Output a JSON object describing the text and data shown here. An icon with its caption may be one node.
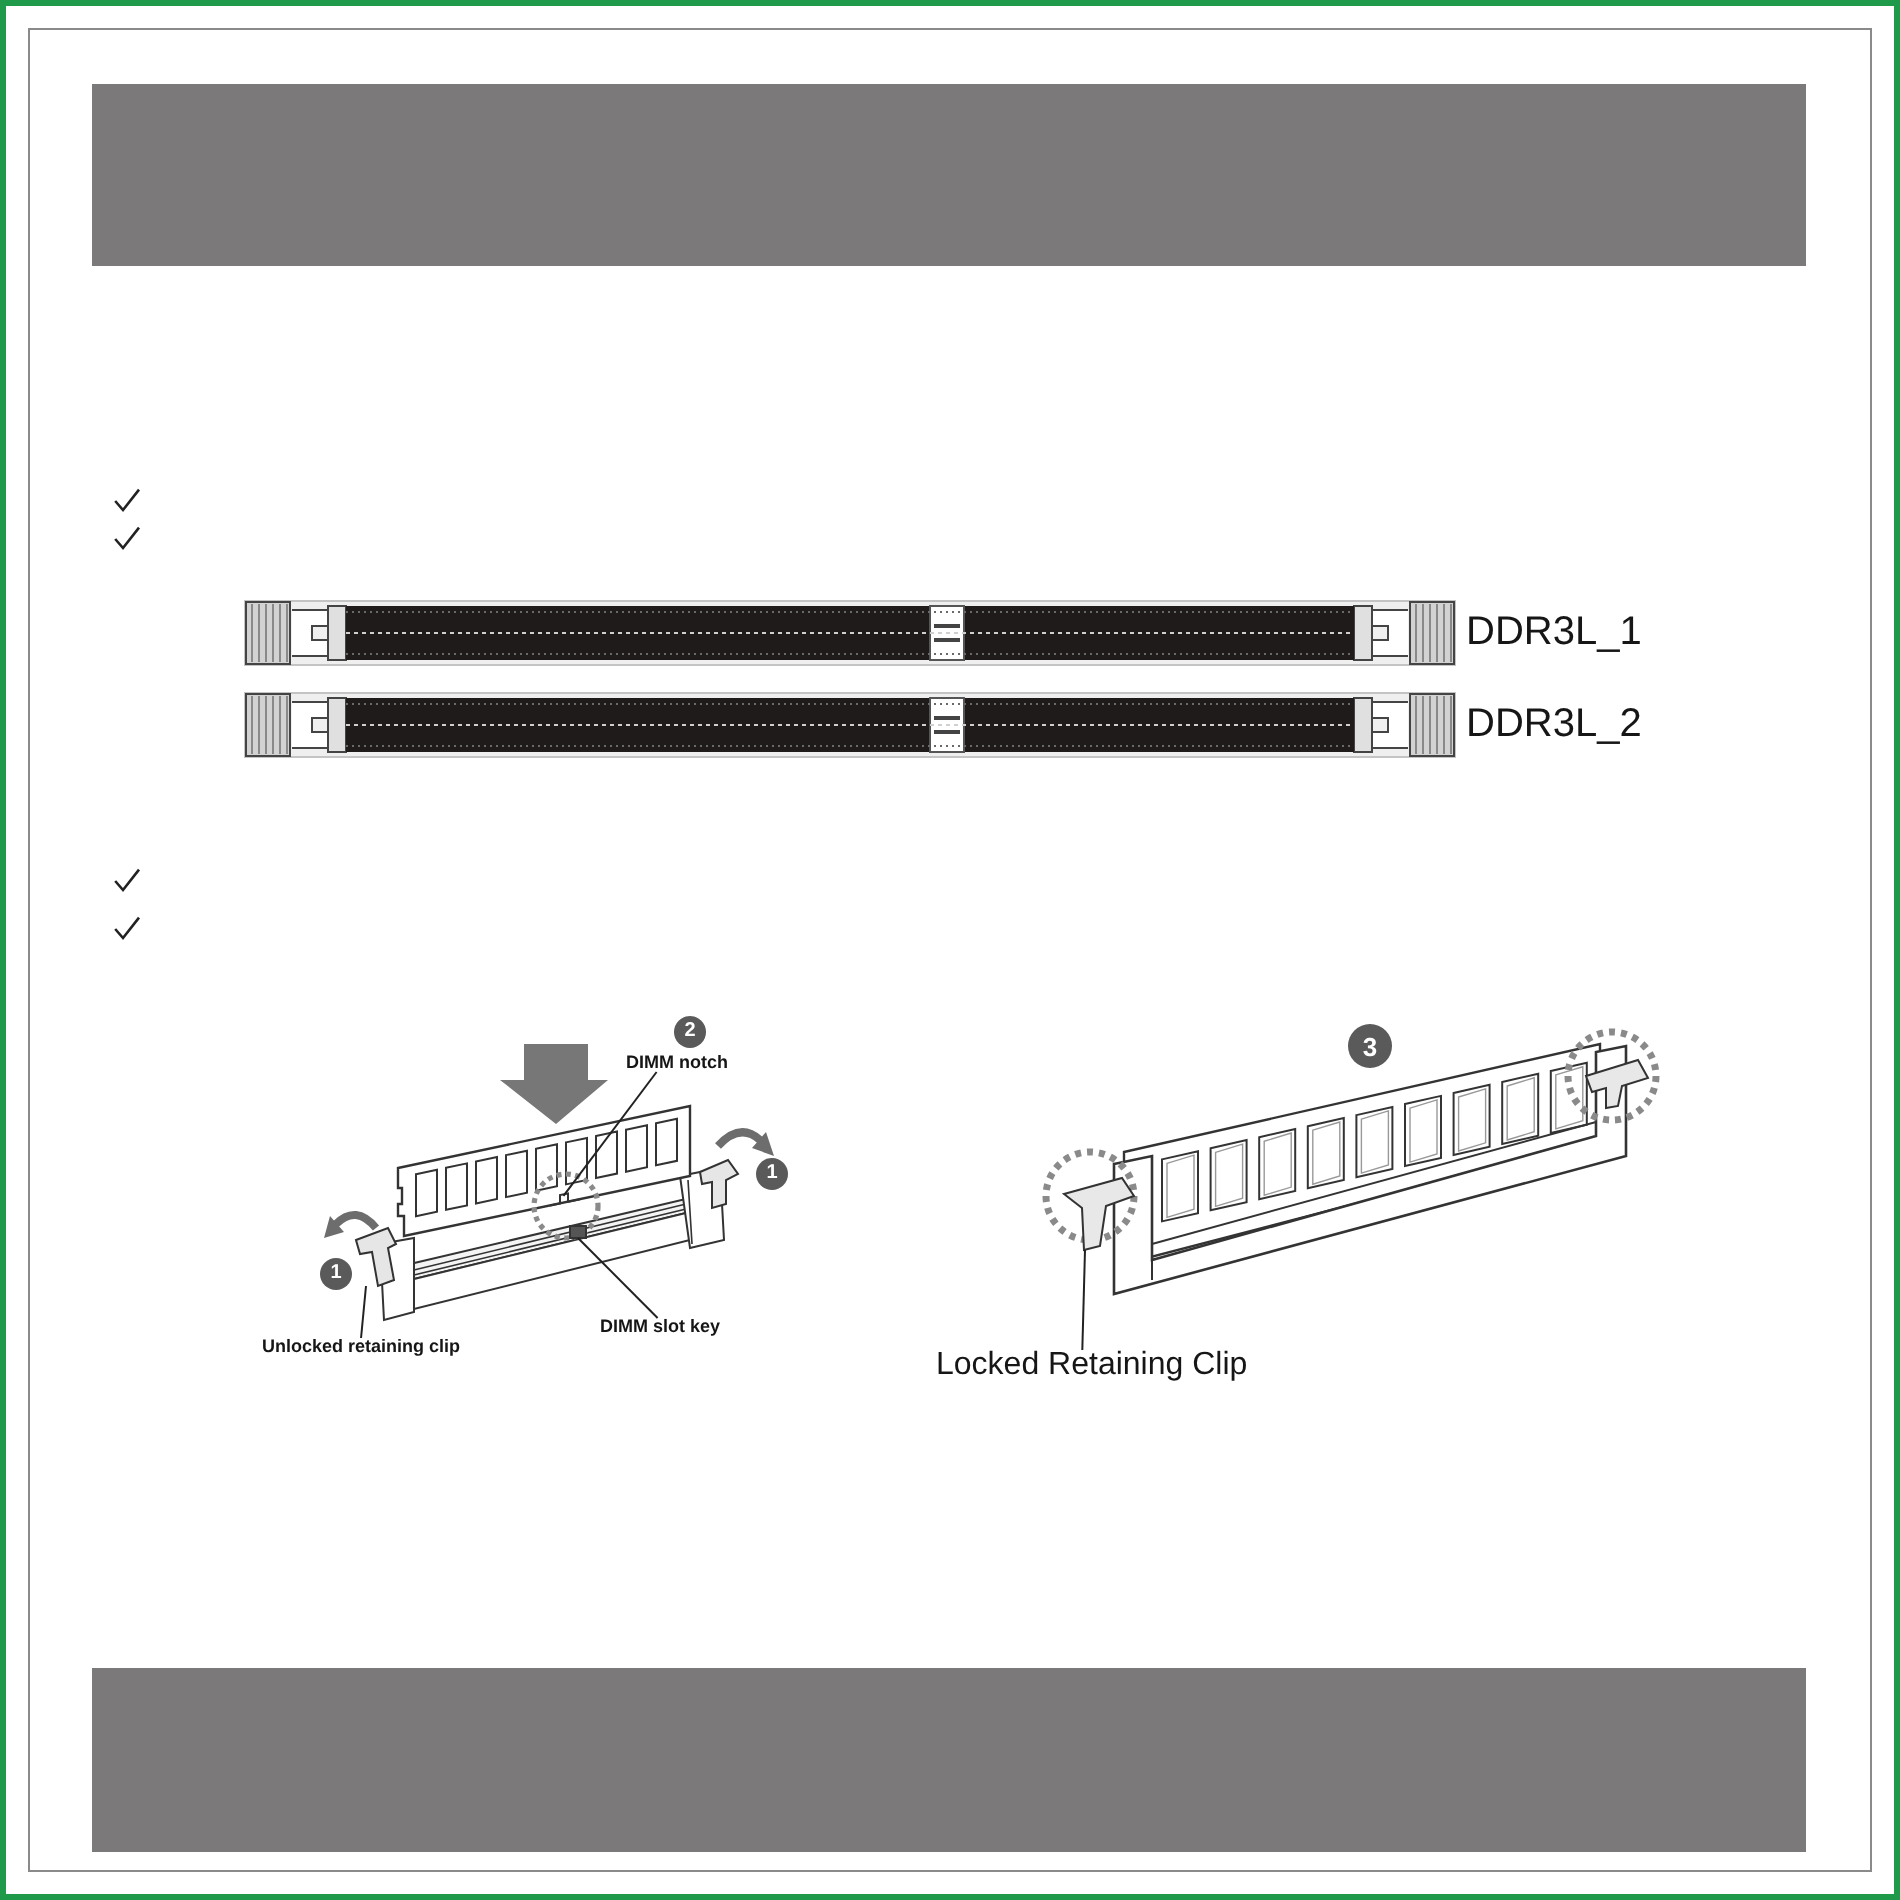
{
  "diagram": {
    "nodes": [
      {
        "text": [
          "2"
        ]
      },
      {
        "text": [
          "DIMM notch"
        ]
      },
      {
        "text": [],
        "shape": "picture"
      },
      {
        "text": [
          "1"
        ]
      },
      {
        "text": [
          "1"
        ]
      },
      {
        "text": [],
        "shape": "picture"
      },
      {
        "text": [],
        "shape": "box"
      },
      {
        "text": [
          "DIMM slot key"
        ]
      },
      {
        "text": [
          "Unlocked retaining clip"
        ]
      },
      {
        "text": [
          "3"
        ]
      },
      {
        "text": [],
        "shape": "picture"
      },
      {
        "text": [
          "Locked Retaining Clip"
        ]
      }
    ],
    "edges": [
      {
        "from": 1,
        "to": 2,
        "arrow": "none"
      },
      {
        "from": 7,
        "to": 6,
        "arrow": "none"
      },
      {
        "from": 8,
        "to": 5,
        "arrow": "none"
      },
      {
        "from": 11,
        "to": 10,
        "arrow": "none"
      }
    ],
    "labels": [
      "DDR3L_1",
      "DDR3L_2"
    ]
  }
}
